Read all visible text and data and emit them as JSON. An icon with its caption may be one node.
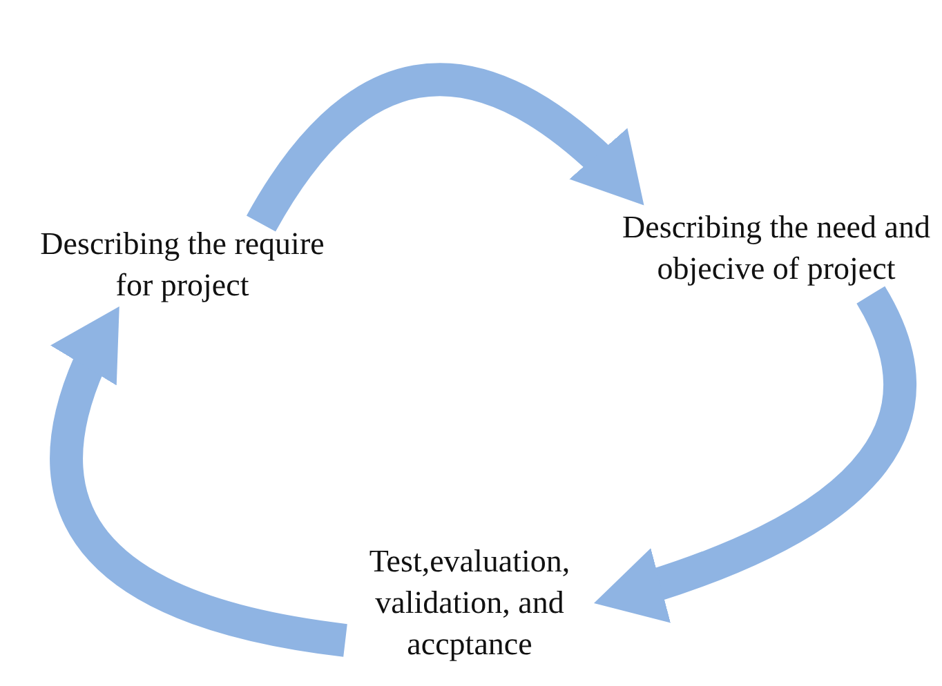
{
  "diagram": {
    "nodes": [
      {
        "text": [
          "Describing the require for project"
        ]
      },
      {
        "text": [
          "Describing the need and objecive of project"
        ]
      },
      {
        "text": [
          "Test,evaluation, validation, and accptance"
        ]
      }
    ],
    "edges": [
      {
        "from": 0,
        "to": 1,
        "arrow": "to"
      },
      {
        "from": 1,
        "to": 2,
        "arrow": "to"
      },
      {
        "from": 2,
        "to": 0,
        "arrow": "to"
      }
    ]
  }
}
